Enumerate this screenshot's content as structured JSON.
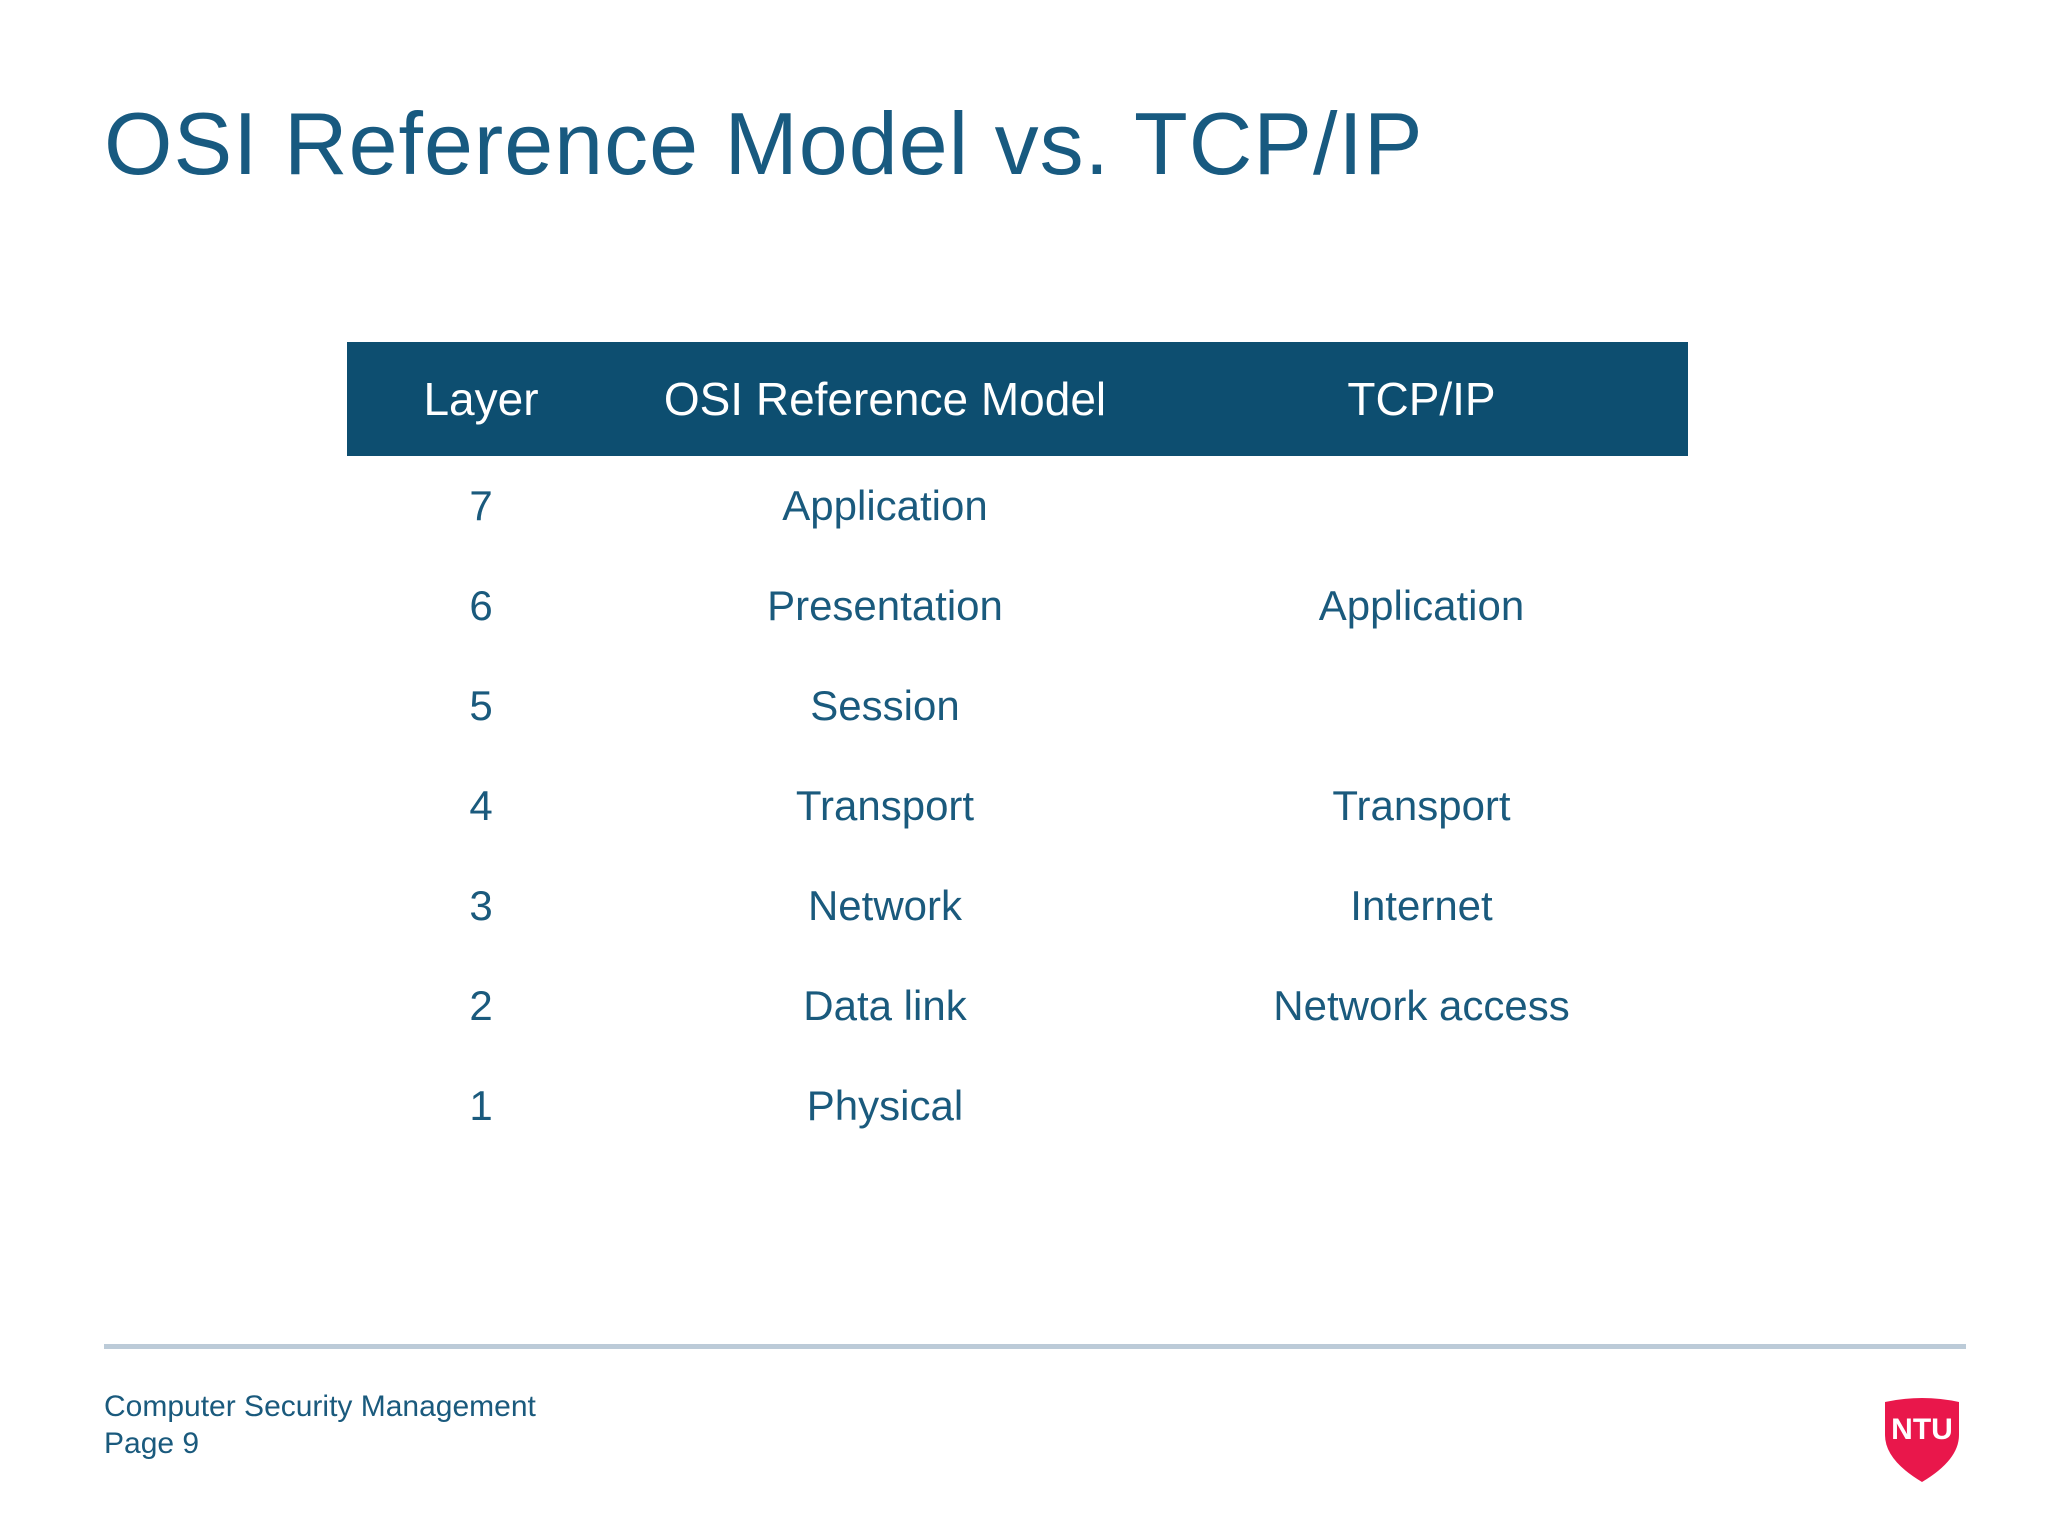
{
  "slide": {
    "title": "OSI Reference Model vs. TCP/IP",
    "table": {
      "headers": [
        "Layer",
        "OSI Reference Model",
        "TCP/IP"
      ],
      "rows": [
        {
          "layer": "7",
          "osi": "Application",
          "tcp": ""
        },
        {
          "layer": "6",
          "osi": "Presentation",
          "tcp": "Application"
        },
        {
          "layer": "5",
          "osi": "Session",
          "tcp": ""
        },
        {
          "layer": "4",
          "osi": "Transport",
          "tcp": "Transport"
        },
        {
          "layer": "3",
          "osi": "Network",
          "tcp": "Internet"
        },
        {
          "layer": "2",
          "osi": "Data link",
          "tcp": "Network access"
        },
        {
          "layer": "1",
          "osi": "Physical",
          "tcp": ""
        }
      ]
    },
    "footer": {
      "line1": "Computer Security Management",
      "line2": "Page 9"
    },
    "logo": {
      "text": "NTU"
    },
    "colors": {
      "header_bar": "#0d4e70",
      "text_blue": "#1a5a7d",
      "title_blue": "#185a80",
      "divider": "#bccbd8",
      "logo_red": "#e9174b"
    }
  }
}
